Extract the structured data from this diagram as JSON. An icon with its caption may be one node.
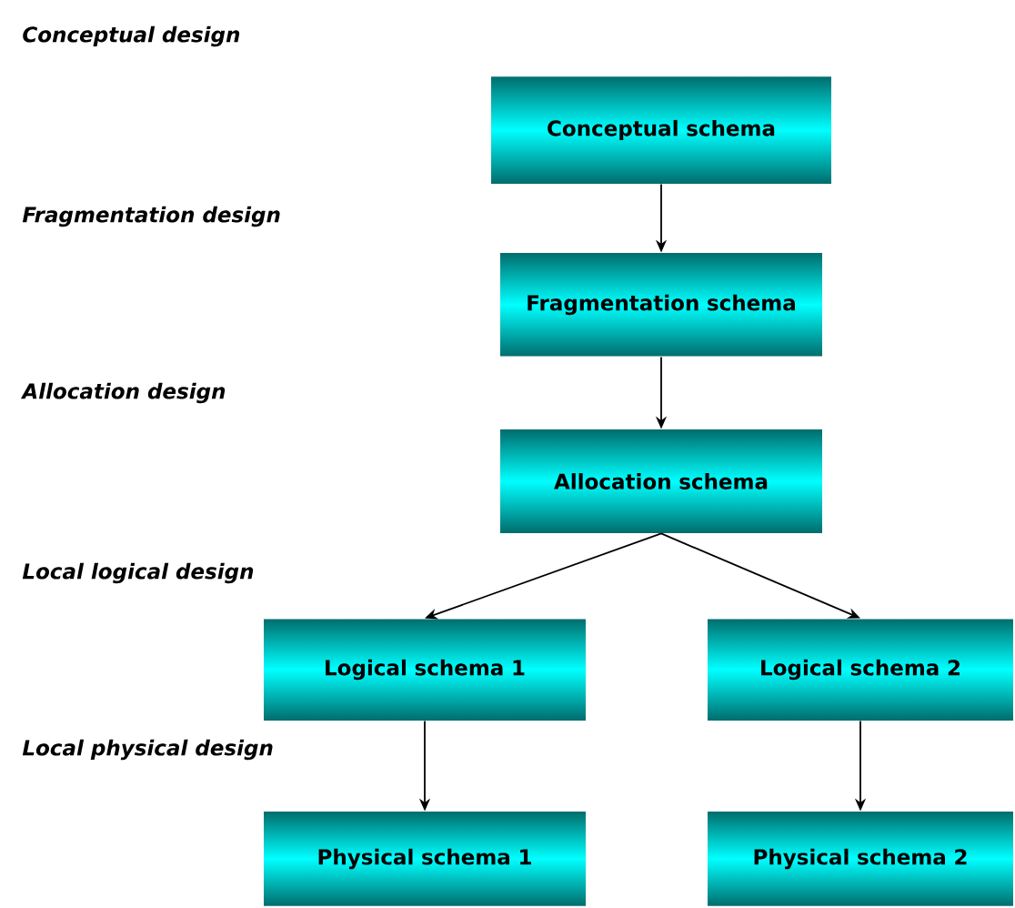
{
  "diagram": {
    "nodes": [
      {
        "text": [
          "Conceptual schema"
        ]
      },
      {
        "text": [
          "Fragmentation schema"
        ]
      },
      {
        "text": [
          "Allocation schema"
        ]
      },
      {
        "text": [
          "Logical schema 1"
        ]
      },
      {
        "text": [
          "Logical schema 2"
        ]
      },
      {
        "text": [
          "Physical schema 1"
        ]
      },
      {
        "text": [
          "Physical schema 2"
        ]
      }
    ],
    "edges": [
      {
        "from": 0,
        "to": 1,
        "arrow": "to"
      },
      {
        "from": 1,
        "to": 2,
        "arrow": "to"
      },
      {
        "from": 2,
        "to": 3,
        "arrow": "to"
      },
      {
        "from": 2,
        "to": 4,
        "arrow": "to"
      },
      {
        "from": 3,
        "to": 5,
        "arrow": "to"
      },
      {
        "from": 4,
        "to": 6,
        "arrow": "to"
      }
    ],
    "labels": [
      "Conceptual design",
      "Fragmentation design",
      "Allocation design",
      "Local logical design",
      "Local physical design"
    ]
  }
}
